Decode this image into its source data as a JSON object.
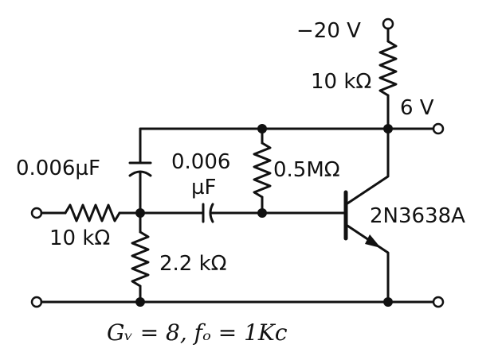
{
  "labels": {
    "supply": "−20 V",
    "r_collector": "10 kΩ",
    "v_collector": "6 V",
    "c_feedback": "0.006µF",
    "c_coupling_top": "0.006",
    "c_coupling_bottom": "µF",
    "r_bias": "0.5MΩ",
    "r_input": "10 kΩ",
    "r_shunt": "2.2 kΩ",
    "transistor": "2N3638A",
    "caption": "Gᵥ = 8,  fₒ = 1Kc"
  },
  "colors": {
    "ink": "#111111",
    "paper": "#ffffff"
  }
}
